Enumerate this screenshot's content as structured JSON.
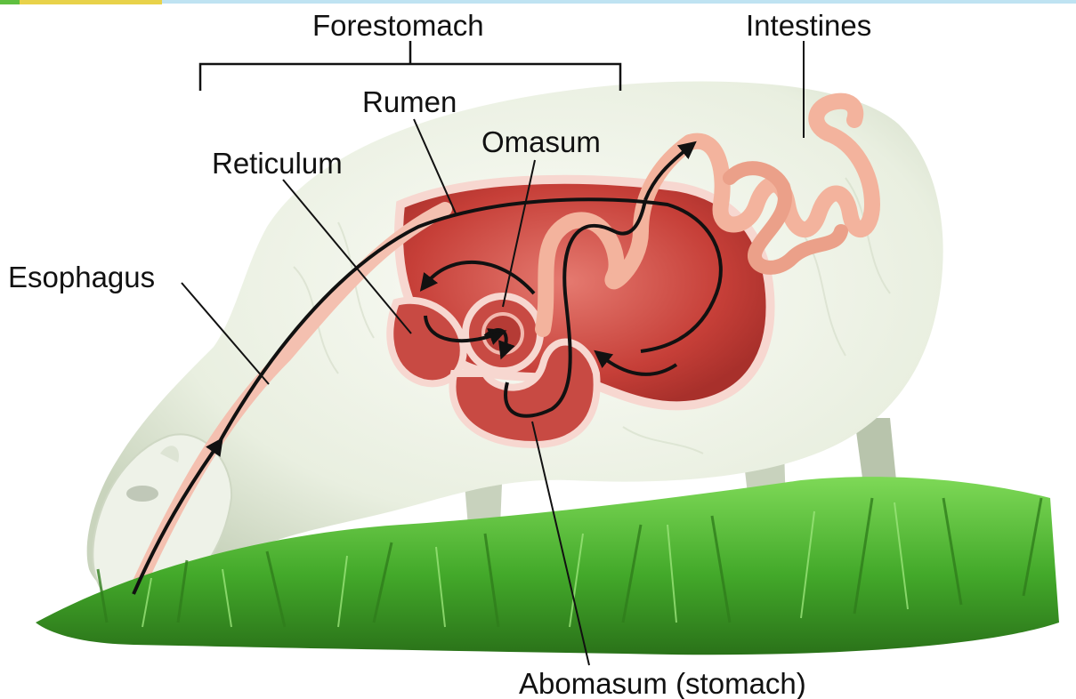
{
  "labels": {
    "forestomach": "Forestomach",
    "intestines": "Intestines",
    "rumen": "Rumen",
    "omasum": "Omasum",
    "reticulum": "Reticulum",
    "esophagus": "Esophagus",
    "abomasum": "Abomasum (stomach)"
  },
  "colors": {
    "wool": "#eef2e6",
    "wool_shadow": "#cfd8c4",
    "grass": "#4fb82e",
    "grass_dark": "#2f7d1c",
    "organ": "#c9433d",
    "organ_light": "#f0a39a",
    "intestine": "#f2a990",
    "arrow": "#111111",
    "text": "#111111"
  }
}
